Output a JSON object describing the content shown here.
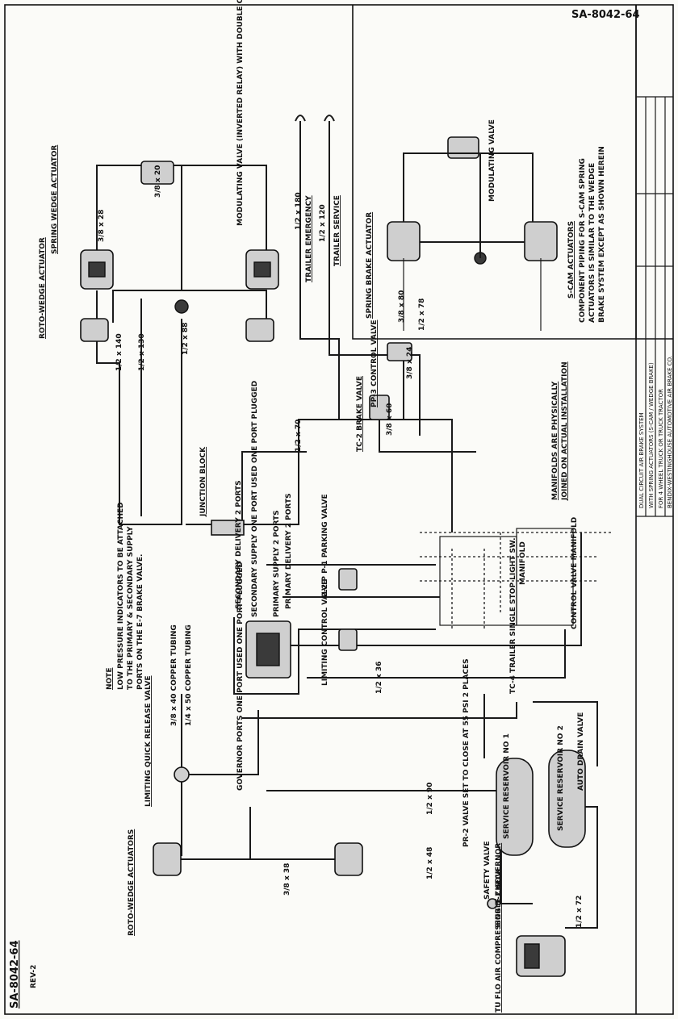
{
  "drawing_number": "SA-8042-64",
  "revision": "REV-2",
  "title_block": {
    "lines": [
      "DUAL CIRCUIT AIR BRAKE SYSTEM",
      "WITH SPRING ACTUATORS (S-CAM / WEDGE BRAKE)",
      "FOR 4 WHEEL TRUCK OR TRUCK TRACTOR",
      "BENDIX-WESTINGHOUSE AUTOMOTIVE AIR BRAKE CO."
    ],
    "stamp": "SA-8042-64"
  },
  "inset": {
    "heading": "S-CAM ACTUATORS",
    "note_lines": [
      "COMPONENT PIPING FOR S-CAM SPRING",
      "ACTUATORS IS SIMILAR TO THE WEDGE",
      "BRAKE SYSTEM EXCEPT AS SHOWN HEREIN"
    ],
    "spring_brake_actuator": "SPRING BRAKE ACTUATOR",
    "modulating_valve": "MODULATING VALVE"
  },
  "note": {
    "heading": "NOTE",
    "lines": [
      "LOW PRESSURE INDICATORS TO BE ATTACHED",
      "TO THE PRIMARY & SECONDARY SUPPLY",
      "PORTS ON THE E-7 BRAKE VALVE."
    ]
  },
  "labels": {
    "spring_wedge_actuator": "SPRING WEDGE ACTUATOR",
    "roto_wedge_actuator_top": "ROTO-WEDGE ACTUATOR",
    "modulating_valve": "MODULATING VALVE (INVERTED RELAY) WITH DOUBLE CHECK VALVE",
    "trailer_emergency": "TRAILER EMERGENCY",
    "trailer_service": "TRAILER SERVICE",
    "pp3_control_valve": "PP-3 CONTROL VALVE",
    "tc2_brake_valve": "TC-2 BRAKE VALVE",
    "junction_block": "JUNCTION BLOCK",
    "manifolds_note_1": "MANIFOLDS ARE PHYSICALLY",
    "manifolds_note_2": "JOINED ON ACTUAL INSTALLATION",
    "manifold": "MANIFOLD",
    "control_valve_manifold": "CONTROL VALVE MANIFOLD",
    "parking_valve": "2-2 P P-1 PARKING VALVE",
    "limiting_control_valve": "LIMITING CONTROL VALVE",
    "tc4_trailer": "TC-4 TRAILER SINGLE STOP LIGHT SW.",
    "secondary_delivery": "SECONDARY DELIVERY 2 PORTS",
    "secondary_supply": "SECONDARY SUPPLY ONE PORT USED ONE PORT PLUGGED",
    "primary_supply": "PRIMARY SUPPLY 2 PORTS",
    "primary_delivery": "PRIMARY DELIVERY 2 PORTS",
    "governor_ports": "GOVERNOR PORTS ONE PORT USED ONE PORT PLUGGED",
    "copper_tubing_40": "3/8 x 40 COPPER TUBING",
    "copper_tubing_50": "1/4 x 50 COPPER TUBING",
    "limiting_quick_release": "LIMITING QUICK RELEASE VALVE",
    "roto_wedge_actuators_bottom": "ROTO-WEDGE ACTUATORS",
    "pr2_valve": "PR-2 VALVE SET TO CLOSE AT 55 PSI 2 PLACES",
    "service_reservoir_1": "SERVICE RESERVOIR NO 1",
    "service_reservoir_2": "SERVICE RESERVOIR NO 2",
    "auto_drain_valve": "AUTO DRAIN VALVE",
    "safety_valve": "SAFETY VALVE",
    "single_check": "SINGLE CHECK",
    "compressor": "TU FLO AIR COMPRESSOR D-2 GOVERNOR"
  },
  "pipe_callouts": [
    "1/2 x 140",
    "1/2 x 130",
    "1/2 x 70",
    "1/2 x 78",
    "1/2 x 88",
    "3/8 x 80",
    "3/8 x 28",
    "3/8 x 20",
    "1/2 x 72",
    "1/2 x 90",
    "3/8 x 24",
    "3/8 x 60",
    "1/2 x 120",
    "1/2 x 180",
    "3/8 x 38",
    "1/2 x 48",
    "1/2 x 36"
  ],
  "colors": {
    "ink": "#111111",
    "paper": "#fbfbf8",
    "fill": "#cfcfcf"
  }
}
